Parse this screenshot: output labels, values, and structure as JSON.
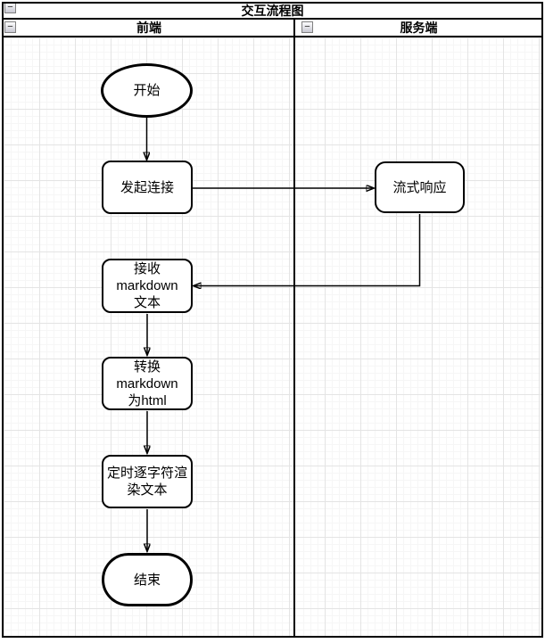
{
  "header": {
    "title": "交互流程图"
  },
  "lanes": [
    {
      "label": "前端"
    },
    {
      "label": "服务端"
    }
  ],
  "icons": {
    "collapse": "−"
  },
  "nodes": {
    "start": {
      "label": "开始"
    },
    "initiate": {
      "label": "发起连接"
    },
    "stream_response": {
      "label": "流式响应"
    },
    "receive_markdown": {
      "label": "接收\nmarkdown\n文本"
    },
    "convert_markdown": {
      "label": "转换\nmarkdown\n为html"
    },
    "render_text": {
      "label": "定时逐字符渲\n染文本"
    },
    "end": {
      "label": "结束"
    }
  },
  "colors": {
    "stroke": "#000000",
    "fill": "#ffffff",
    "grid_minor": "#f6f6f6",
    "grid_major": "#e4e4e4"
  }
}
